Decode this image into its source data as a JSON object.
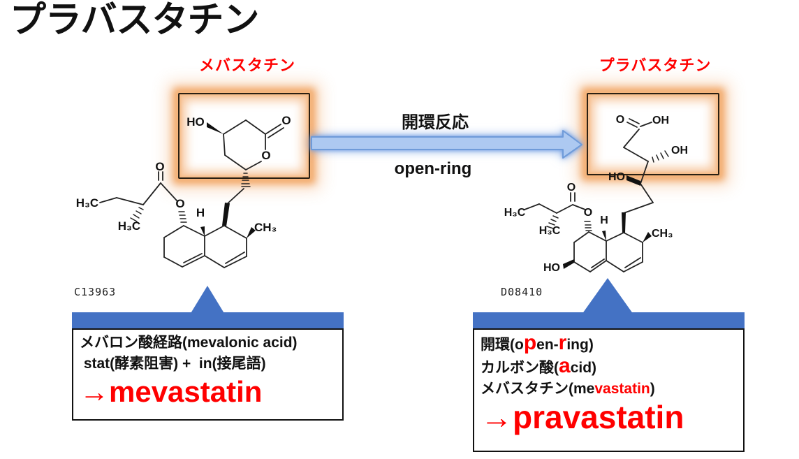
{
  "title": "プラバスタチン",
  "colors": {
    "accent_blue": "#4472C4",
    "arrow_fill": "#ADC9F1",
    "arrow_stroke": "#6F9BD9",
    "glow_orange": "#F09A54",
    "highlight_red": "#FF0000"
  },
  "reaction": {
    "label_jp": "開環反応",
    "label_en": "open-ring"
  },
  "mevastatin": {
    "label": "メバスタチン",
    "code": "C13963",
    "atoms": {
      "hydroxyl": "HO",
      "lactone_carbonyl_o": "O",
      "ring_o": "O",
      "ester_carbonyl_o": "O",
      "ester_o": "O",
      "ring_h": "H",
      "methyl_top": "H₃C",
      "methyl_bottom": "H₃C",
      "ring_methyl": "CH₃"
    },
    "note": {
      "line1": "メバロン酸経路(mevalonic acid)",
      "line2": " stat(酵素阻害) +  in(接尾語)",
      "result": "→mevastatin"
    }
  },
  "pravastatin": {
    "label": "プラバスタチン",
    "code": "D08410",
    "atoms": {
      "carboxyl_o": "O",
      "carboxyl_oh": "OH",
      "chain_oh": "OH",
      "chain_ho": "HO",
      "ester_carbonyl_o": "O",
      "ester_o": "O",
      "ring_h": "H",
      "methyl_top": "H₃C",
      "methyl_bottom": "H₃C",
      "ring_methyl": "CH₃",
      "ring_ho": "HO"
    },
    "note": {
      "line1": [
        {
          "t": "開環(o"
        },
        {
          "t": "p",
          "s": "hl-big"
        },
        {
          "t": "en-"
        },
        {
          "t": "r",
          "s": "hl-big"
        },
        {
          "t": "ing)"
        }
      ],
      "line2": [
        {
          "t": "カルボン酸("
        },
        {
          "t": "a",
          "s": "hl-big"
        },
        {
          "t": "cid)"
        }
      ],
      "line3": [
        {
          "t": "メバスタチン(me"
        },
        {
          "t": "vastatin",
          "s": "hl"
        },
        {
          "t": ")"
        }
      ],
      "result": "→pravastatin"
    }
  }
}
